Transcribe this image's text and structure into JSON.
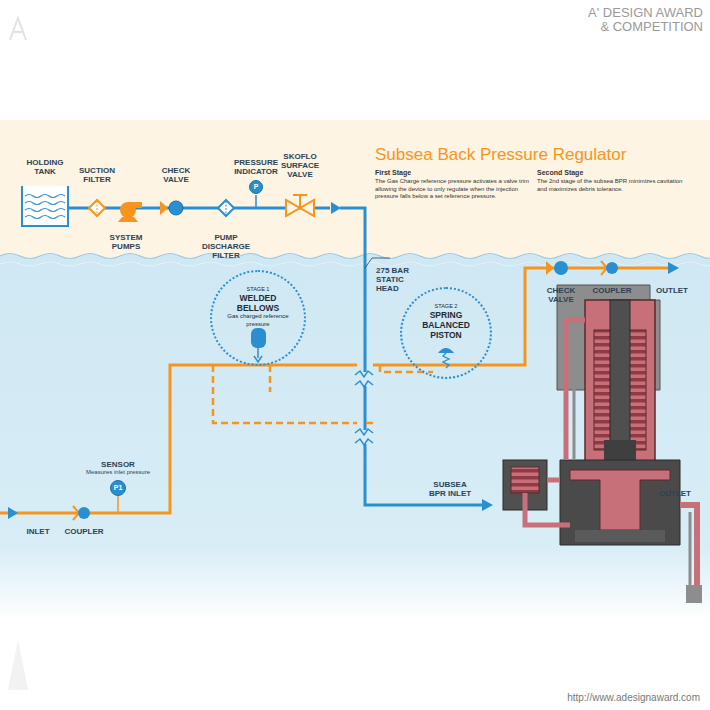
{
  "diagram": {
    "title": "Subsea Back Pressure Regulator",
    "nodes": [
      {
        "text": [
          "STAGE 1",
          "WELDED BELLOWS",
          "Gas charged reference pressure"
        ]
      },
      {
        "text": [
          "STAGE 2",
          "SPRING BALANCED PISTON"
        ]
      },
      {
        "text": [
          "PRESSURE INDICATOR",
          "P"
        ]
      },
      {
        "text": [
          "SENSOR",
          "Measures inlet pressure",
          "P1"
        ]
      }
    ],
    "labels": [
      "HOLDING TANK",
      "SUCTION FILTER",
      "CHECK VALVE",
      "SKOFLO SURFACE VALVE",
      "SYSTEM PUMPS",
      "PUMP DISCHARGE FILTER",
      "First Stage",
      "The Gas Charge reference pressure activates a valve trim allowing the device to only regulate when the injection pressure falls below a set reference pressure.",
      "Second Stage",
      "The 2nd stage of the subsea BPR minimizes cavitation and maximizes debris tolerance.",
      "275 BAR STATIC HEAD",
      "CHECK VALVE",
      "COUPLER",
      "OUTLET",
      "INLET",
      "COUPLER",
      "SUBSEA BPR INLET",
      "OUTLET",
      "A' DESIGN AWARD",
      "& COMPETITION",
      "http://www.adesignaward.com"
    ]
  }
}
